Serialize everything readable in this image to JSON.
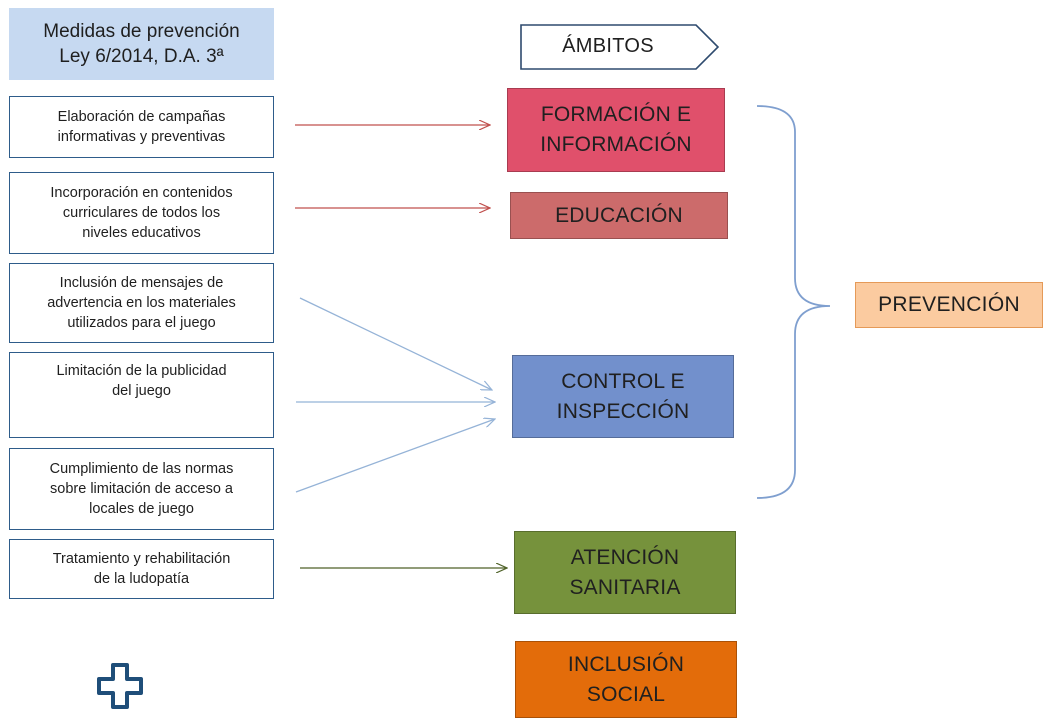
{
  "header": {
    "line1": "Medidas de prevención",
    "line2": "Ley 6/2014, D.A. 3ª"
  },
  "ambitos_tag": "ÁMBITOS",
  "measures": [
    {
      "line1": "Elaboración  de campañas",
      "line2": "informativas  y preventivas",
      "line3": ""
    },
    {
      "line1": "Incorporación  en contenidos",
      "line2": "curriculares de todos  los",
      "line3": "niveles  educativos"
    },
    {
      "line1": "Inclusión  de mensajes  de",
      "line2": "advertencia  en los materiales",
      "line3": "utilizados  para el juego"
    },
    {
      "line1": "Limitación  de la publicidad",
      "line2": "del juego",
      "line3": ""
    },
    {
      "line1": "Cumplimiento  de las normas",
      "line2": "sobre limitación  de acceso a",
      "line3": "locales de juego"
    },
    {
      "line1": "Tratamiento  y rehabilitación",
      "line2": "de la ludopatía",
      "line3": ""
    }
  ],
  "ambitos": [
    {
      "line1": "FORMACIÓN E",
      "line2": "INFORMACIÓN",
      "color": "#e0506b"
    },
    {
      "line1": "EDUCACIÓN",
      "line2": "",
      "color": "#cc6b6b"
    },
    {
      "line1": "CONTROL E",
      "line2": "INSPECCIÓN",
      "color": "#7290cc"
    },
    {
      "line1": "ATENCIÓN",
      "line2": "SANITARIA",
      "color": "#76923c"
    },
    {
      "line1": "INCLUSIÓN",
      "line2": "SOCIAL",
      "color": "#e36c0a"
    }
  ],
  "group_label": "PREVENCIÓN",
  "colors": {
    "red_arrow": "#c0504d",
    "blue_arrow": "#95b3d7",
    "green_arrow": "#4f6228",
    "bracket": "#7f9fcf",
    "plus_icon": "#1f4e79"
  },
  "icons": [
    "plus-icon"
  ]
}
